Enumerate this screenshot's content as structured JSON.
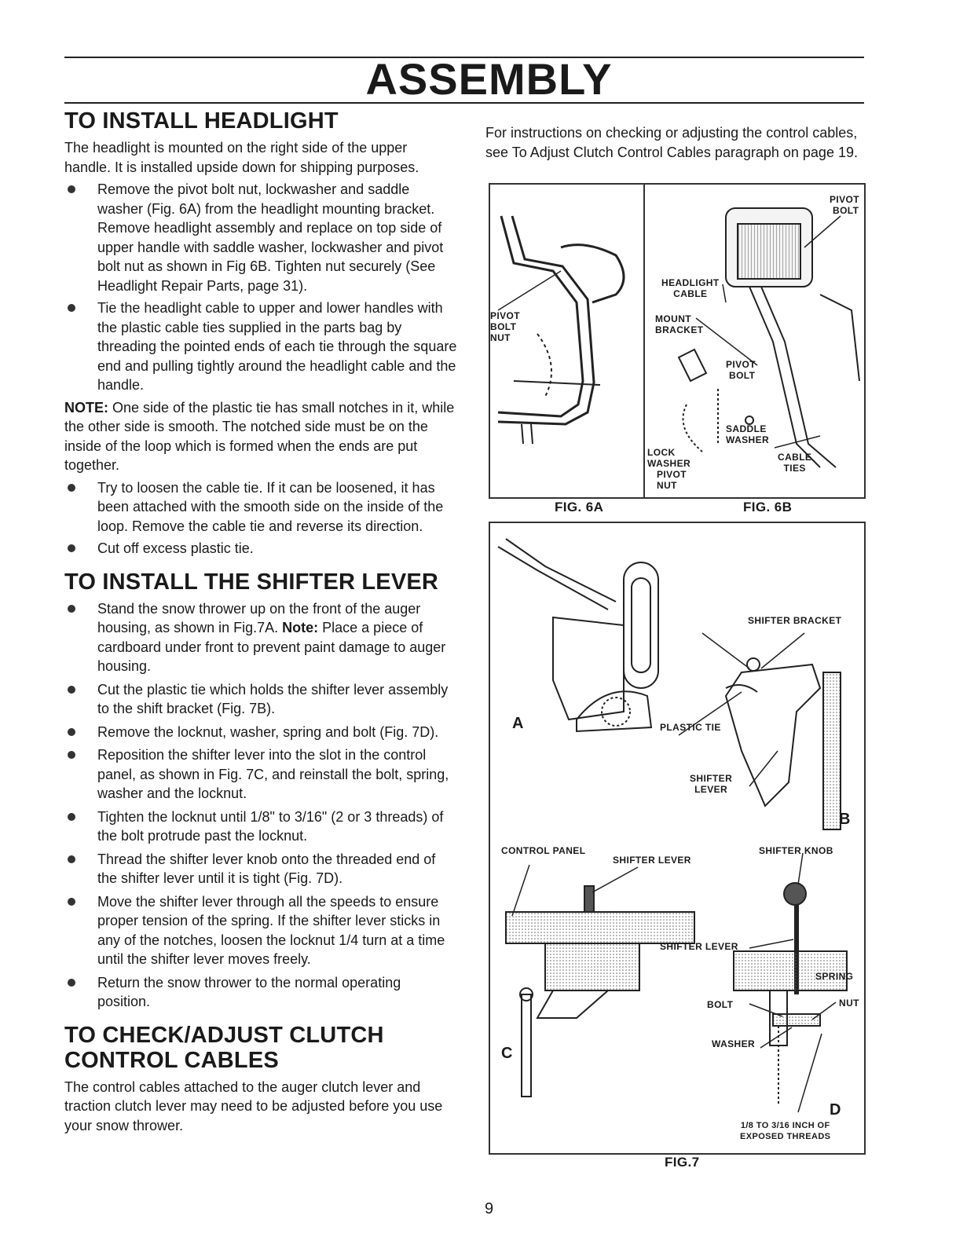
{
  "title": "ASSEMBLY",
  "headlight": {
    "heading": "TO INSTALL HEADLIGHT",
    "intro": "The headlight is mounted on the right side of the upper handle. It is installed upside down for shipping purposes.",
    "steps": [
      "Remove the pivot bolt nut, lockwasher and saddle washer (Fig. 6A) from the headlight mounting bracket. Remove headlight assembly and replace on top side of upper handle with saddle washer, lockwasher and pivot bolt nut as shown in Fig 6B. Tighten nut securely (See Headlight Repair Parts, page 31).",
      "Tie the headlight cable to upper and lower handles with the plastic cable ties supplied in the parts bag by threading the pointed ends of each tie through the square end and pulling tightly around the headlight cable and the handle."
    ],
    "note_label": "NOTE:",
    "note_text": " One side of the plastic tie has small notches in it, while the other side is smooth. The notched side must be on the inside of the loop which is formed when the ends are put together.",
    "steps2": [
      "Try to loosen the cable tie. If it can be loosened, it has been attached with the smooth side on the inside of the loop. Remove the cable tie and reverse its direction.",
      "Cut off excess plastic tie."
    ]
  },
  "shifter": {
    "heading": "TO INSTALL THE SHIFTER LEVER",
    "step1_text": "Stand the snow thrower up on the front of the auger housing, as shown in Fig.7A. ",
    "step1_note_label": "Note:",
    "step1_note_text": " Place a piece of cardboard under front to prevent paint damage to auger housing.",
    "steps": [
      "Cut the plastic tie which holds the shifter lever assembly to the shift bracket (Fig. 7B).",
      "Remove the locknut, washer, spring and bolt (Fig. 7D).",
      "Reposition the shifter lever into the slot in the control panel, as shown in Fig. 7C, and reinstall the bolt, spring, washer and the locknut.",
      "Tighten the locknut until 1/8\" to 3/16\" (2 or 3 threads) of the bolt protrude past the locknut.",
      "Thread the shifter lever knob onto the threaded end of the shifter lever until it is tight (Fig. 7D).",
      "Move the shifter lever through all the speeds to ensure proper tension of the spring. If the shifter lever sticks in any of the notches, loosen the locknut 1/4 turn at a time until the shifter lever moves freely.",
      "Return the snow thrower to the normal operating position."
    ]
  },
  "clutch": {
    "heading_line1": "TO CHECK/ADJUST CLUTCH",
    "heading_line2": "CONTROL CABLES",
    "text": "The control cables attached to the auger clutch lever and traction clutch lever may need to be adjusted before you use your snow thrower.",
    "continued": "For instructions on checking or adjusting the control cables, see To Adjust Clutch Control Cables paragraph on page 19."
  },
  "fig6": {
    "caption_a": "FIG. 6A",
    "caption_b": "FIG. 6B",
    "a_labels": {
      "pivot": "PIVOT",
      "bolt": "BOLT",
      "nut": "NUT"
    },
    "b_labels": {
      "pivot_bolt_1": "PIVOT",
      "pivot_bolt_2": "BOLT",
      "headlight_cable_1": "HEADLIGHT",
      "headlight_cable_2": "CABLE",
      "mount_1": "MOUNT",
      "mount_2": "BRACKET",
      "pivot2_1": "PIVOT",
      "pivot2_2": "BOLT",
      "saddle_1": "SADDLE",
      "saddle_2": "WASHER",
      "lock_1": "LOCK",
      "lock_2": "WASHER",
      "pivotnut_1": "PIVOT",
      "pivotnut_2": "NUT",
      "ties_1": "CABLE",
      "ties_2": "TIES"
    }
  },
  "fig7": {
    "caption": "FIG.7",
    "labels": {
      "a": "A",
      "b": "B",
      "c": "C",
      "d": "D",
      "shifter_bracket": "SHIFTER BRACKET",
      "plastic_tie": "PLASTIC TIE",
      "shifter_lever_1": "SHIFTER",
      "shifter_lever_2": "LEVER",
      "control_panel": "CONTROL PANEL",
      "shifter_lever_c": "SHIFTER LEVER",
      "shifter_knob": "SHIFTER KNOB",
      "shifter_lever_d": "SHIFTER LEVER",
      "spring": "SPRING",
      "nut": "NUT",
      "bolt": "BOLT",
      "washer": "WASHER",
      "threads_1": "1/8 TO 3/16 INCH OF",
      "threads_2": "EXPOSED THREADS"
    }
  },
  "page_number": "9"
}
